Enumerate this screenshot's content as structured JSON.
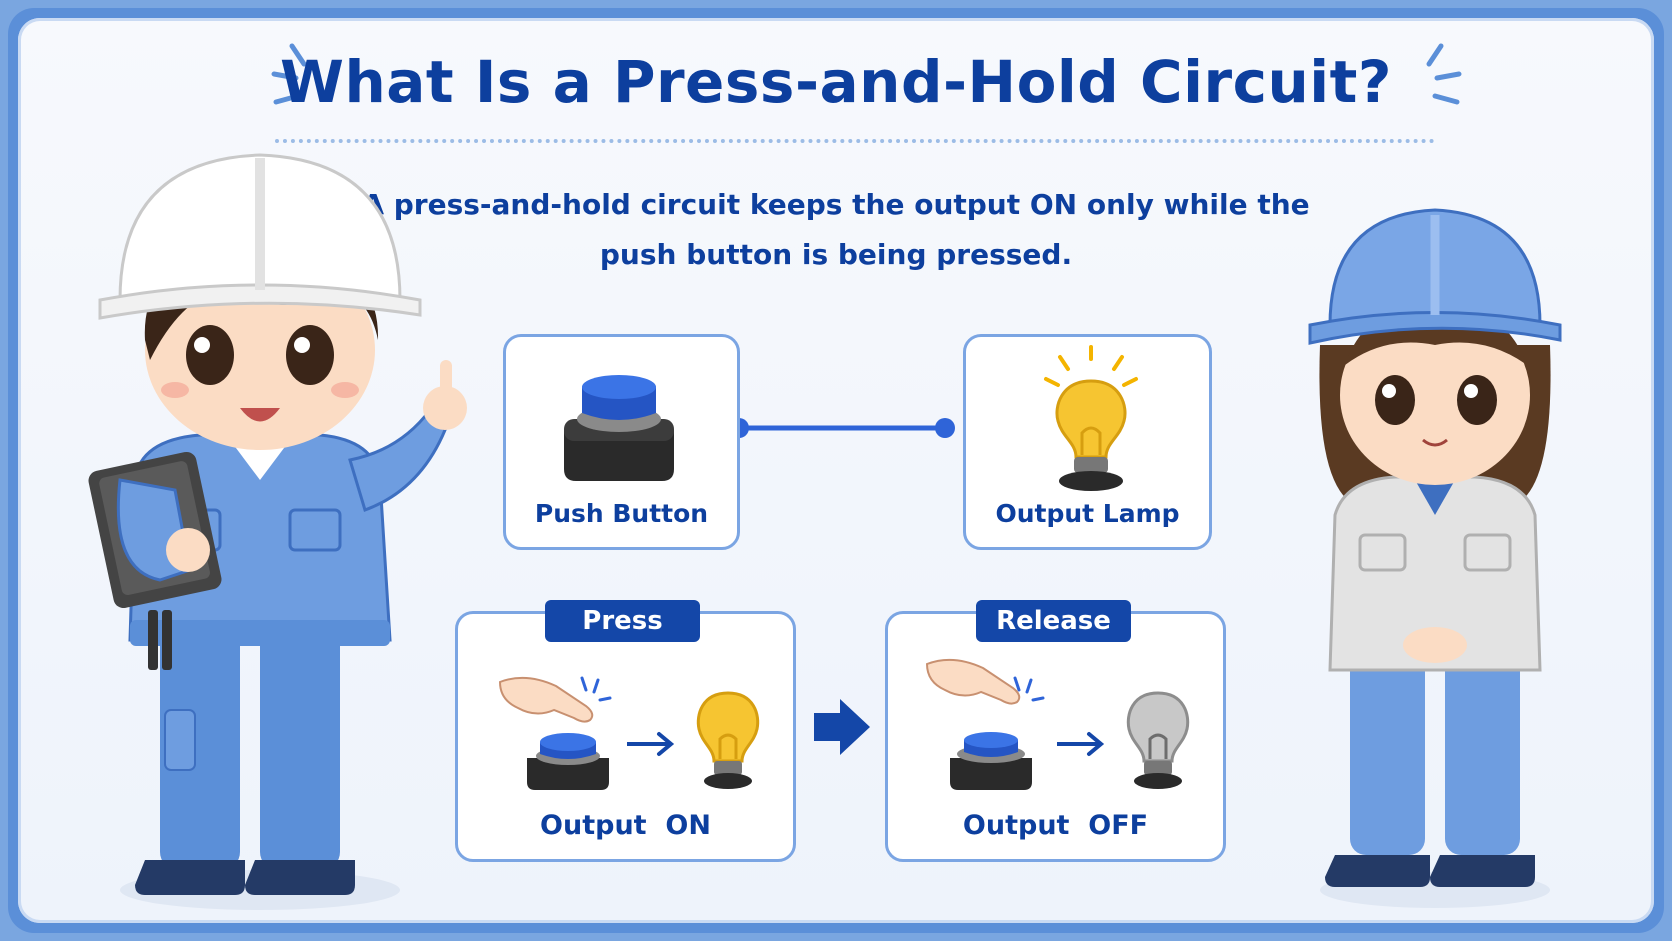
{
  "title": "What Is a Press-and-Hold Circuit?",
  "description": "A press-and-hold circuit keeps the output ON only while the push button is being pressed.",
  "components": {
    "push_button_label": "Push Button",
    "output_lamp_label": "Output Lamp"
  },
  "states": {
    "press_tag": "Press",
    "press_result": "Output  ON",
    "release_tag": "Release",
    "release_result": "Output  OFF"
  },
  "colors": {
    "primary": "#0d3f9e",
    "button_blue": "#2f64d8",
    "lamp_on": "#f6c531",
    "lamp_off": "#c8c8c8",
    "card_border": "#7ba5e3"
  }
}
